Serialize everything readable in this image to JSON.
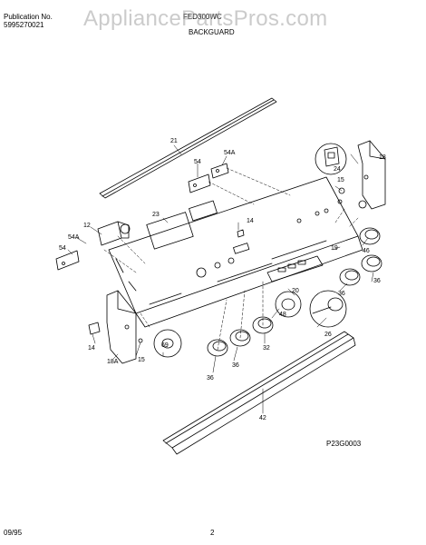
{
  "header": {
    "publication_label": "Publication No.",
    "publication_number": "5995270021",
    "model": "FED300WC",
    "section": "BACKGUARD"
  },
  "watermark": "AppliancePartsPros.com",
  "footer": {
    "date": "09/95",
    "page": "2",
    "drawing_code": "P23G0003"
  },
  "callouts": [
    "21",
    "54A",
    "54",
    "18",
    "24",
    "15",
    "23",
    "14",
    "12",
    "54A",
    "54",
    "46",
    "19",
    "20",
    "36",
    "36",
    "26",
    "48",
    "32",
    "69",
    "14",
    "18A",
    "15",
    "36",
    "36",
    "42"
  ]
}
